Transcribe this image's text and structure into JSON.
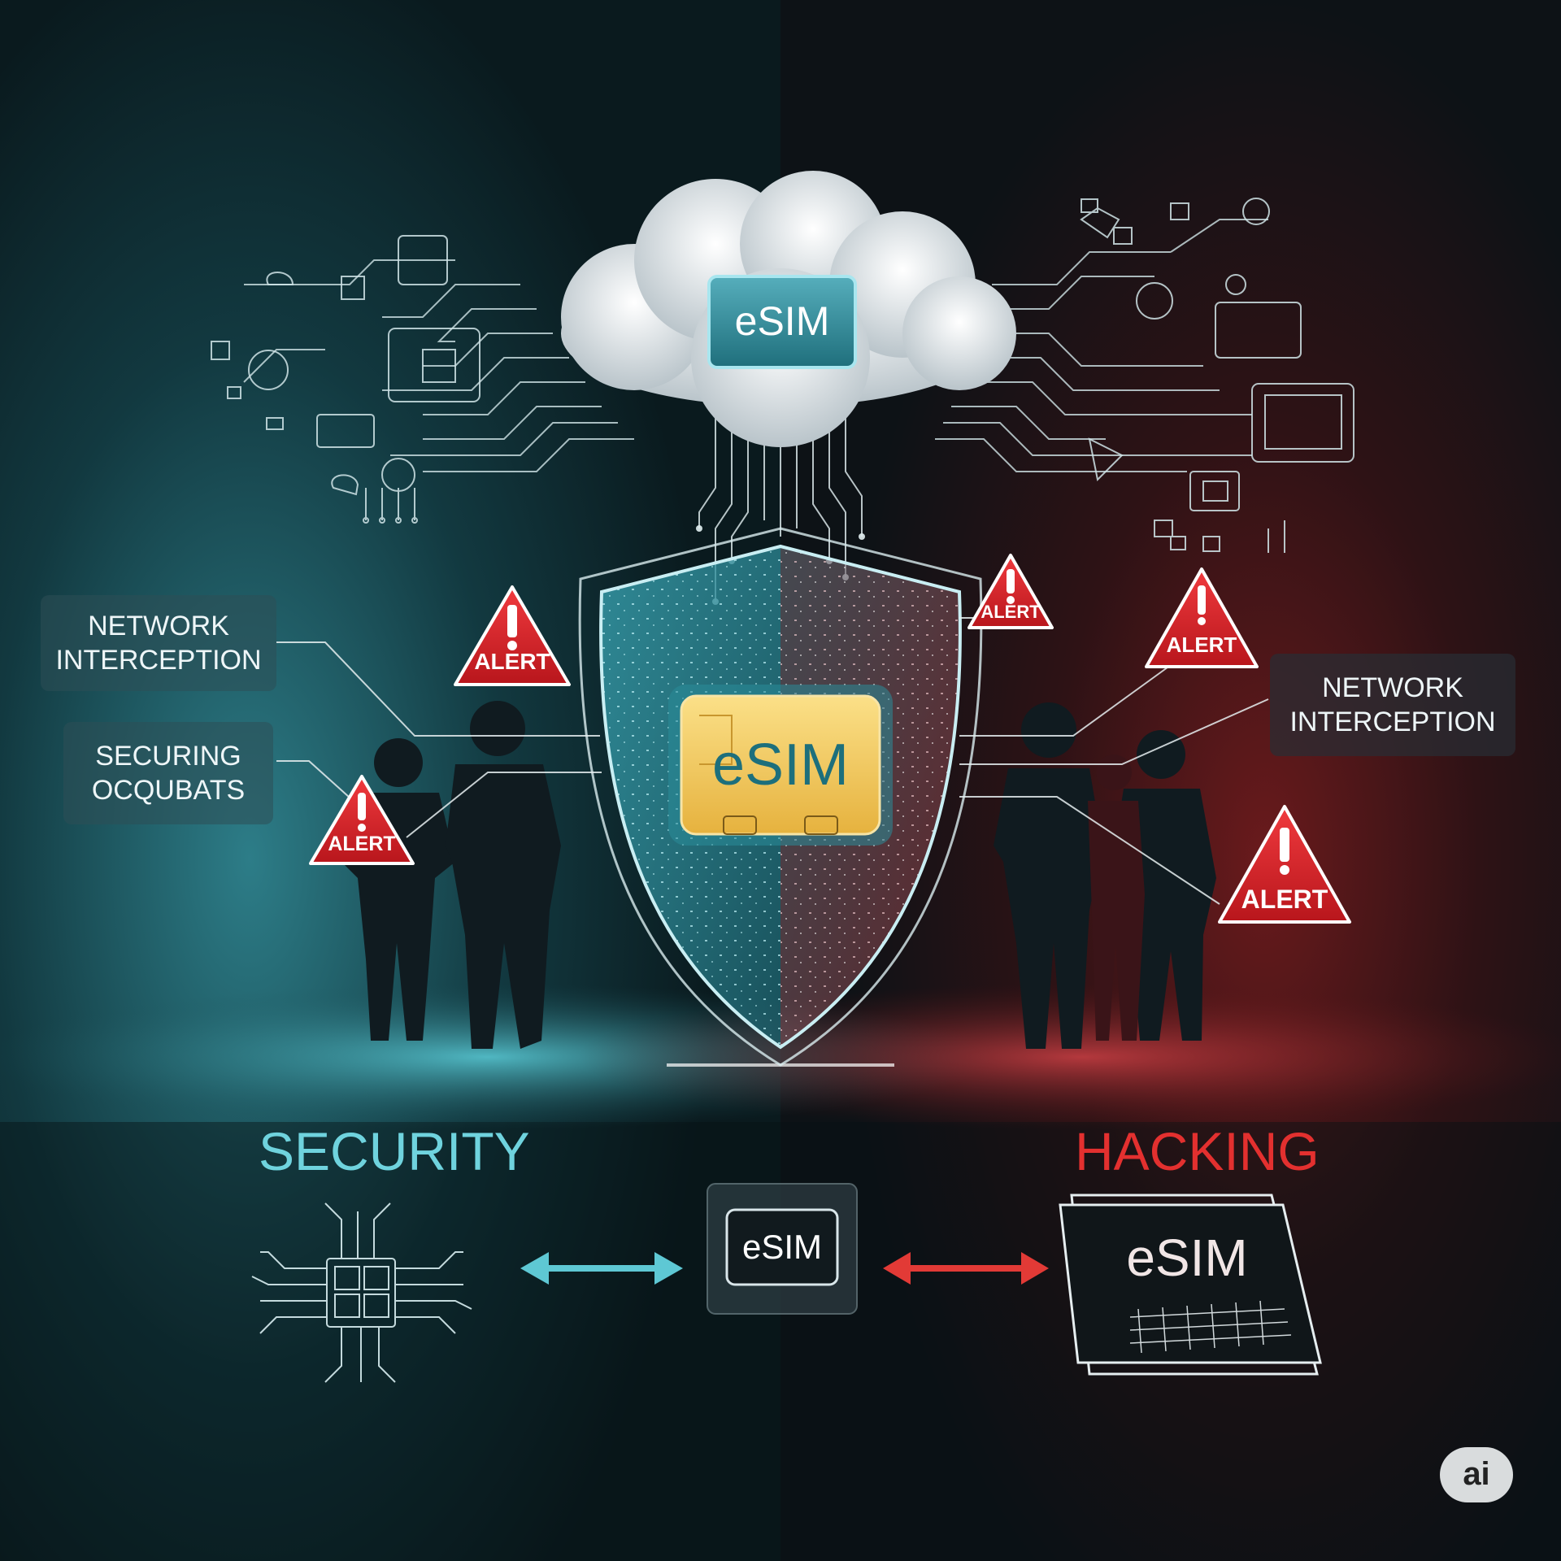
{
  "cloud": {
    "esim_label": "eSIM"
  },
  "shield": {
    "chip_label": "eSIM"
  },
  "left_labels": [
    {
      "line1": "NETWORK",
      "line2": "INTERCEPTION"
    },
    {
      "line1": "SECURING",
      "line2": "OCQUBATS"
    }
  ],
  "right_label": {
    "line1": "NETWORK",
    "line2": "INTERCEPTION"
  },
  "alert_text": "ALERT",
  "sections": {
    "security": "SECURITY",
    "hacking": "HACKING"
  },
  "bottom": {
    "center_card": "eSIM",
    "right_card": "eSIM"
  },
  "badge": "ai",
  "colors": {
    "security_accent": "#5ec8d4",
    "hacking_accent": "#e23a36",
    "alert_red": "#d9232a",
    "chip_gold": "#f1c14c"
  }
}
